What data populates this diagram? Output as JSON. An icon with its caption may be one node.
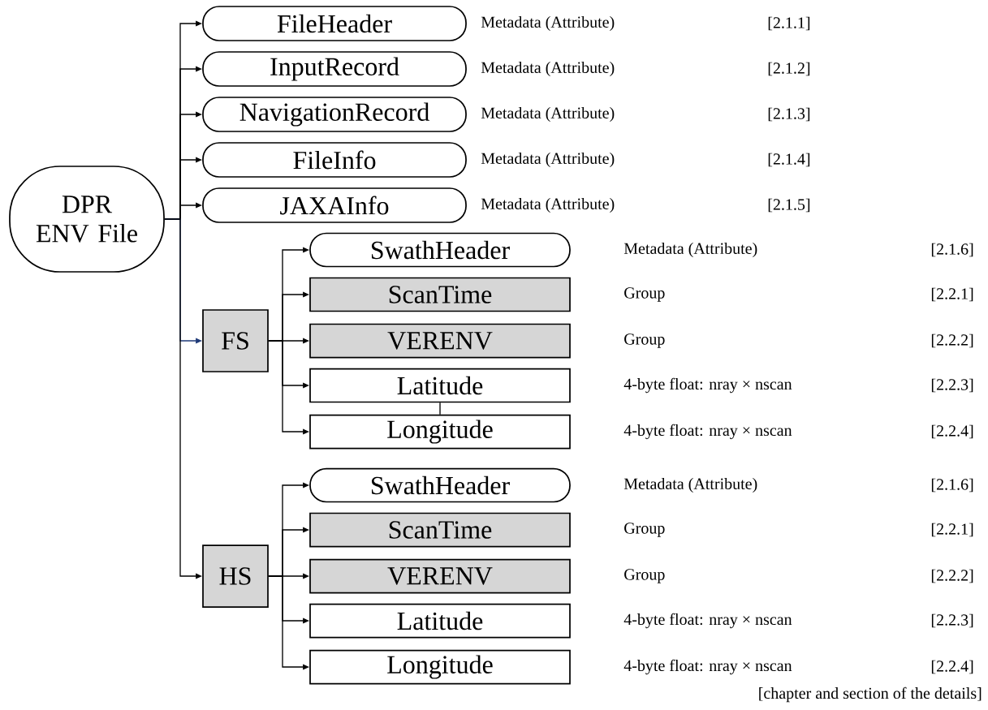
{
  "diagram": {
    "nodes": [
      {
        "text": [
          "DPR ENV File"
        ]
      },
      {
        "text": [
          "FileHeader"
        ],
        "beside": [
          "Metadata (Attribute)"
        ]
      },
      {
        "text": [
          "InputRecord"
        ],
        "beside": [
          "Metadata (Attribute)"
        ]
      },
      {
        "text": [
          "NavigationRecord"
        ],
        "beside": [
          "Metadata (Attribute)"
        ]
      },
      {
        "text": [
          "FileInfo"
        ],
        "beside": [
          "Metadata (Attribute)"
        ]
      },
      {
        "text": [
          "JAXAInfo"
        ],
        "beside": [
          "Metadata (Attribute)"
        ]
      },
      {
        "text": [
          "FS"
        ]
      },
      {
        "text": [
          "SwathHeader"
        ],
        "beside": [
          "Metadata (Attribute)"
        ]
      },
      {
        "text": [
          "ScanTime"
        ],
        "beside": [
          "Group"
        ]
      },
      {
        "text": [
          "VERENV"
        ],
        "beside": [
          "Group"
        ]
      },
      {
        "text": [
          "Latitude"
        ],
        "beside": [
          "4-byte float: nray × nscan"
        ]
      },
      {
        "text": [
          "Longitude"
        ],
        "beside": [
          "4-byte float: nray × nscan"
        ]
      },
      {
        "text": [
          "HS"
        ]
      },
      {
        "text": [
          "SwathHeader"
        ],
        "beside": [
          "Metadata (Attribute)"
        ]
      },
      {
        "text": [
          "ScanTime"
        ],
        "beside": [
          "Group"
        ]
      },
      {
        "text": [
          "VERENV"
        ],
        "beside": [
          "Group"
        ]
      },
      {
        "text": [
          "Latitude"
        ],
        "beside": [
          "4-byte float: nray × nscan"
        ]
      },
      {
        "text": [
          "Longitude"
        ],
        "beside": [
          "4-byte float: nray × nscan"
        ]
      }
    ],
    "edges": [
      {
        "from": 0,
        "to": 1,
        "arrow": "to"
      },
      {
        "from": 0,
        "to": 2,
        "arrow": "to"
      },
      {
        "from": 0,
        "to": 3,
        "arrow": "to"
      },
      {
        "from": 0,
        "to": 4,
        "arrow": "to"
      },
      {
        "from": 0,
        "to": 5,
        "arrow": "to"
      },
      {
        "from": 0,
        "to": 6,
        "arrow": "to",
        "color": "#1f3a78"
      },
      {
        "from": 0,
        "to": 12,
        "arrow": "to"
      },
      {
        "from": 6,
        "to": 7,
        "arrow": "to"
      },
      {
        "from": 6,
        "to": 8,
        "arrow": "to"
      },
      {
        "from": 6,
        "to": 9,
        "arrow": "to"
      },
      {
        "from": 6,
        "to": 10,
        "arrow": "to"
      },
      {
        "from": 6,
        "to": 11,
        "arrow": "to"
      },
      {
        "from": 10,
        "to": 11,
        "arrow": "none"
      },
      {
        "from": 12,
        "to": 13,
        "arrow": "to"
      },
      {
        "from": 12,
        "to": 14,
        "arrow": "to"
      },
      {
        "from": 12,
        "to": 15,
        "arrow": "to"
      },
      {
        "from": 12,
        "to": 16,
        "arrow": "to"
      },
      {
        "from": 12,
        "to": 17,
        "arrow": "to"
      }
    ],
    "labels": [
      "[2.1.1]",
      "[2.1.2]",
      "[2.1.3]",
      "[2.1.4]",
      "[2.1.5]",
      "[2.1.6]",
      "[2.2.1]",
      "[2.2.2]",
      "[2.2.3]",
      "[2.2.4]",
      "[2.1.6]",
      "[2.2.1]",
      "[2.2.2]",
      "[2.2.3]",
      "[2.2.4]",
      "[chapter and section of the details]"
    ]
  }
}
